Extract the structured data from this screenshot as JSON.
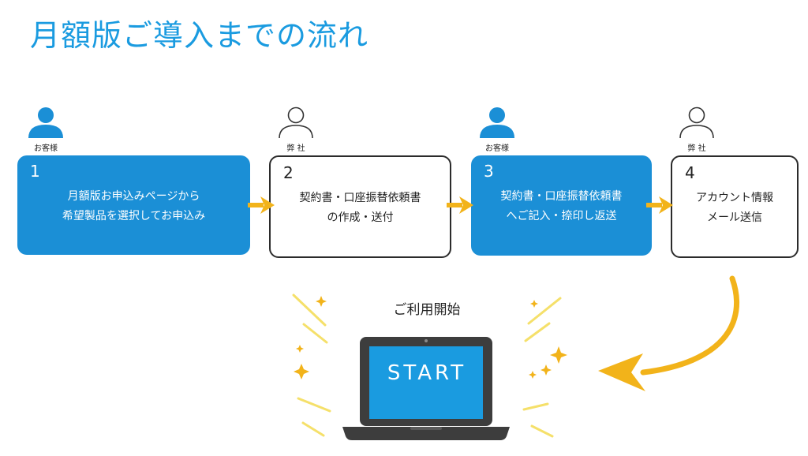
{
  "title": "月額版ご導入までの流れ",
  "steps": [
    {
      "number": "1",
      "actor": "お客様",
      "lines": [
        "月額版お申込みページから",
        "希望製品を選択してお申込み"
      ]
    },
    {
      "number": "2",
      "actor": "弊 社",
      "lines": [
        "契約書・口座振替依頼書",
        "の作成・送付"
      ]
    },
    {
      "number": "3",
      "actor": "お客様",
      "lines": [
        "契約書・口座振替依頼書",
        "へご記入・捺印し返送"
      ]
    },
    {
      "number": "4",
      "actor": "弊 社",
      "lines": [
        "アカウント情報",
        "メール送信"
      ]
    }
  ],
  "usage": {
    "label": "ご利用開始",
    "screen_text": "START"
  },
  "colors": {
    "accent": "#1a9be0",
    "step_blue": "#1b8fd6",
    "arrow": "#f2b31a",
    "spark": "#f5e06a"
  },
  "icons": {
    "customer": "person-filled-icon",
    "company": "person-outline-icon"
  }
}
